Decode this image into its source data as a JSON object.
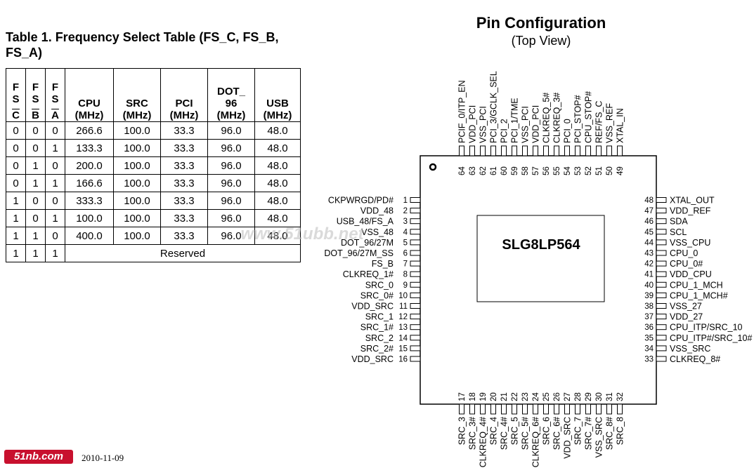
{
  "table": {
    "title": "Table 1.  Frequency Select Table (FS_C, FS_B, FS_A)",
    "fs_headers": [
      {
        "top": "F",
        "mid": "S",
        "sig": "C"
      },
      {
        "top": "F",
        "mid": "S",
        "sig": "B"
      },
      {
        "top": "F",
        "mid": "S",
        "sig": "A"
      }
    ],
    "headers": {
      "cpu": [
        "CPU",
        "(MHz)"
      ],
      "src": [
        "SRC",
        "(MHz)"
      ],
      "pci": [
        "PCI",
        "(MHz)"
      ],
      "dot": [
        "DOT_",
        "96",
        "(MHz)"
      ],
      "usb": [
        "USB",
        "(MHz)"
      ]
    },
    "rows": [
      [
        "0",
        "0",
        "0",
        "266.6",
        "100.0",
        "33.3",
        "96.0",
        "48.0"
      ],
      [
        "0",
        "0",
        "1",
        "133.3",
        "100.0",
        "33.3",
        "96.0",
        "48.0"
      ],
      [
        "0",
        "1",
        "0",
        "200.0",
        "100.0",
        "33.3",
        "96.0",
        "48.0"
      ],
      [
        "0",
        "1",
        "1",
        "166.6",
        "100.0",
        "33.3",
        "96.0",
        "48.0"
      ],
      [
        "1",
        "0",
        "0",
        "333.3",
        "100.0",
        "33.3",
        "96.0",
        "48.0"
      ],
      [
        "1",
        "0",
        "1",
        "100.0",
        "100.0",
        "33.3",
        "96.0",
        "48.0"
      ],
      [
        "1",
        "1",
        "0",
        "400.0",
        "100.0",
        "33.3",
        "96.0",
        "48.0"
      ]
    ],
    "reserved_row": {
      "fs": [
        "1",
        "1",
        "1"
      ],
      "label": "Reserved"
    }
  },
  "diagram": {
    "title": "Pin Configuration",
    "subtitle": "(Top View)",
    "chip_name": "SLG8LP564",
    "left_pins": [
      {
        "num": "1",
        "name": "CKPWRGD/PD#"
      },
      {
        "num": "2",
        "name": "VDD_48"
      },
      {
        "num": "3",
        "name": "USB_48/FS_A"
      },
      {
        "num": "4",
        "name": "VSS_48"
      },
      {
        "num": "5",
        "name": "DOT_96/27M"
      },
      {
        "num": "6",
        "name": "DOT_96/27M_SS"
      },
      {
        "num": "7",
        "name": "FS_B"
      },
      {
        "num": "8",
        "name": "CLKREQ_1#"
      },
      {
        "num": "9",
        "name": "SRC_0"
      },
      {
        "num": "10",
        "name": "SRC_0#"
      },
      {
        "num": "11",
        "name": "VDD_SRC"
      },
      {
        "num": "12",
        "name": "SRC_1"
      },
      {
        "num": "13",
        "name": "SRC_1#"
      },
      {
        "num": "14",
        "name": "SRC_2"
      },
      {
        "num": "15",
        "name": "SRC_2#"
      },
      {
        "num": "16",
        "name": "VDD_SRC"
      }
    ],
    "right_pins": [
      {
        "num": "48",
        "name": "XTAL_OUT"
      },
      {
        "num": "47",
        "name": "VDD_REF"
      },
      {
        "num": "46",
        "name": "SDA"
      },
      {
        "num": "45",
        "name": "SCL"
      },
      {
        "num": "44",
        "name": "VSS_CPU"
      },
      {
        "num": "43",
        "name": "CPU_0"
      },
      {
        "num": "42",
        "name": "CPU_0#"
      },
      {
        "num": "41",
        "name": "VDD_CPU"
      },
      {
        "num": "40",
        "name": "CPU_1_MCH"
      },
      {
        "num": "39",
        "name": "CPU_1_MCH#"
      },
      {
        "num": "38",
        "name": "VSS_27"
      },
      {
        "num": "37",
        "name": "VDD_27"
      },
      {
        "num": "36",
        "name": "CPU_ITP/SRC_10"
      },
      {
        "num": "35",
        "name": "CPU_ITP#/SRC_10#"
      },
      {
        "num": "34",
        "name": "VSS_SRC"
      },
      {
        "num": "33",
        "name": "CLKREQ_8#"
      }
    ],
    "top_pins": [
      {
        "num": "64",
        "name": "PCIF_0/ITP_EN"
      },
      {
        "num": "63",
        "name": "VDD_PCI"
      },
      {
        "num": "62",
        "name": "VSS_PCI"
      },
      {
        "num": "61",
        "name": "PCI_3/GCLK_SEL"
      },
      {
        "num": "60",
        "name": "PCI_2"
      },
      {
        "num": "59",
        "name": "PCI_1/TME"
      },
      {
        "num": "58",
        "name": "VSS_PCI"
      },
      {
        "num": "57",
        "name": "VDD_PCI"
      },
      {
        "num": "56",
        "name": "CLKREQ_5#"
      },
      {
        "num": "55",
        "name": "CLKREQ_3#"
      },
      {
        "num": "54",
        "name": "PCI_0"
      },
      {
        "num": "53",
        "name": "PCI_STOP#"
      },
      {
        "num": "52",
        "name": "CPU_STOP#"
      },
      {
        "num": "51",
        "name": "REF/FS_C"
      },
      {
        "num": "50",
        "name": "VSS_REF"
      },
      {
        "num": "49",
        "name": "XTAL_IN"
      }
    ],
    "bottom_pins": [
      {
        "num": "17",
        "name": "SRC_3"
      },
      {
        "num": "18",
        "name": "SRC_3#"
      },
      {
        "num": "19",
        "name": "CLKREQ_4#"
      },
      {
        "num": "20",
        "name": "SRC_4"
      },
      {
        "num": "21",
        "name": "SRC_4#"
      },
      {
        "num": "22",
        "name": "SRC_5"
      },
      {
        "num": "23",
        "name": "SRC_5#"
      },
      {
        "num": "24",
        "name": "CLKREQ_6#"
      },
      {
        "num": "25",
        "name": "SRC_6"
      },
      {
        "num": "26",
        "name": "SRC_6#"
      },
      {
        "num": "27",
        "name": "VDD_SRC"
      },
      {
        "num": "28",
        "name": "SRC_7"
      },
      {
        "num": "29",
        "name": "SRC_7#"
      },
      {
        "num": "30",
        "name": "VSS_SRC"
      },
      {
        "num": "31",
        "name": "SRC_8#"
      },
      {
        "num": "32",
        "name": "SRC_8"
      }
    ]
  },
  "watermark": "www.51ubb.net",
  "footer": {
    "logo": "51nb.com",
    "date": "2010-11-09"
  }
}
